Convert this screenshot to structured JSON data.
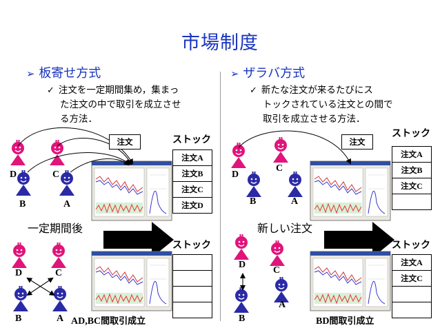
{
  "title": "市場制度",
  "left": {
    "heading": "板寄せ方式",
    "bullet_lines": [
      "注文を一定期間集め，集まっ",
      "た注文の中で取引を成立させ",
      "る方法．"
    ],
    "order_label": "注文",
    "stock_label": "ストック",
    "stock_items": [
      {
        "kana": "注文",
        "letter": "A"
      },
      {
        "kana": "注文",
        "letter": "B"
      },
      {
        "kana": "注文",
        "letter": "C"
      },
      {
        "kana": "注文",
        "letter": "D"
      }
    ],
    "transition_label": "一定期間後",
    "after_stock_label": "ストック",
    "result_prefix": "AD,BC",
    "result_suffix": "間取引成立",
    "traders_top": {
      "d": "D",
      "c": "C",
      "b": "B",
      "a": "A"
    },
    "traders_bottom": {
      "d": "D",
      "c": "C",
      "b": "B",
      "a": "A"
    }
  },
  "right": {
    "heading": "ザラバ方式",
    "bullet_lines": [
      "新たな注文が来るたびにス",
      "トックされている注文との間で",
      "取引を成立させる方法．"
    ],
    "order_label": "注文",
    "stock_label": "ストック",
    "stock_items": [
      {
        "kana": "注文",
        "letter": "A"
      },
      {
        "kana": "注文",
        "letter": "B"
      },
      {
        "kana": "注文",
        "letter": "C"
      }
    ],
    "transition_label": "新しい注文",
    "after_stock_label": "ストック",
    "after_stock_items": [
      {
        "kana": "注文",
        "letter": "A"
      },
      {
        "kana": "注文",
        "letter": "C"
      }
    ],
    "result_prefix": "BD",
    "result_suffix": "間取引成立",
    "traders_top": {
      "d": "D",
      "c": "C",
      "b": "B",
      "a": "A"
    },
    "traders_bottom": {
      "d": "D",
      "c": "C",
      "b": "B",
      "a": "A"
    }
  },
  "colors": {
    "accent": "#1a34c0",
    "seller": "#e0147a",
    "buyer": "#2a2aa6",
    "arrow": "#000000"
  },
  "icons": {
    "seller": "red-person-icon",
    "buyer": "blue-person-icon",
    "screen": "trading-screen-icon"
  }
}
